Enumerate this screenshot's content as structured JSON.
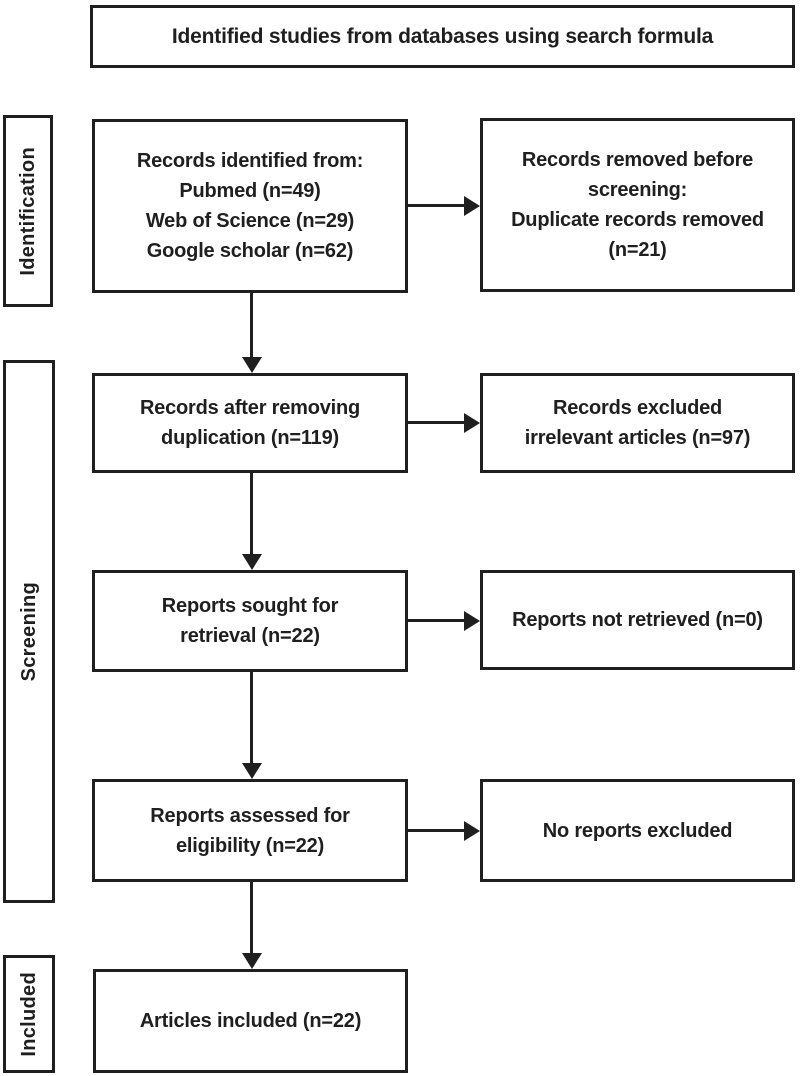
{
  "banner": {
    "label": "Identified studies from databases using search formula"
  },
  "stages": {
    "identification": {
      "label": "Identification"
    },
    "screening": {
      "label": "Screening"
    },
    "included": {
      "label": "Included"
    }
  },
  "boxes": {
    "records_identified": {
      "lines": [
        "Records identified from:",
        "Pubmed (n=49)",
        "Web of Science (n=29)",
        "Google scholar (n=62)"
      ]
    },
    "records_removed": {
      "lines": [
        "Records removed before",
        "screening:",
        "Duplicate records removed",
        "(n=21)"
      ]
    },
    "after_duplication": {
      "lines": [
        "Records after removing",
        "duplication (n=119)"
      ]
    },
    "records_excluded": {
      "lines": [
        "Records excluded",
        "irrelevant articles (n=97)"
      ]
    },
    "reports_sought": {
      "lines": [
        "Reports sought for",
        "retrieval (n=22)"
      ]
    },
    "reports_not_retrieved": {
      "lines": [
        "Reports not retrieved (n=0)"
      ]
    },
    "reports_assessed": {
      "lines": [
        "Reports assessed for",
        "eligibility (n=22)"
      ]
    },
    "no_reports_excluded": {
      "lines": [
        "No reports excluded"
      ]
    },
    "articles_included": {
      "lines": [
        "Articles included (n=22)"
      ]
    }
  },
  "colors": {
    "ink": "#1f1f1f",
    "background": "#ffffff"
  }
}
